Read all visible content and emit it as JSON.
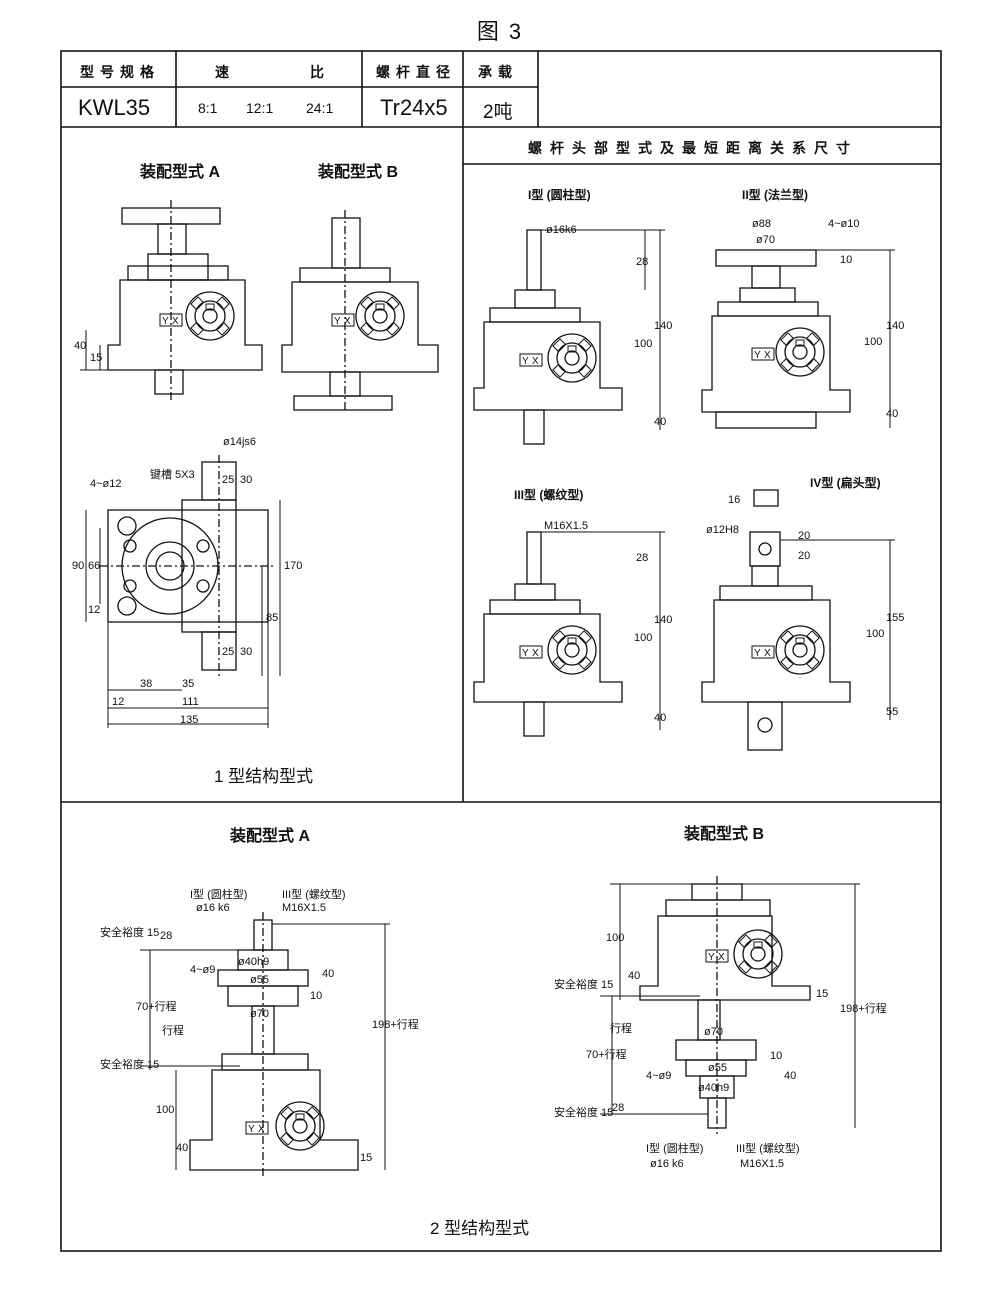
{
  "figure_title": "图 3",
  "spec_table": {
    "headers": {
      "model": "型号规格",
      "ratio_a": "速",
      "ratio_b": "比",
      "screw_dia": "螺杆直径",
      "load": "承载"
    },
    "values": {
      "model": "KWL35",
      "ratio_1": "8:1",
      "ratio_2": "12:1",
      "ratio_3": "24:1",
      "screw_dia": "Tr24x5",
      "load": "2吨"
    }
  },
  "right_panel_title": "螺杆头部型式及最短距离关系尺寸",
  "structure1": {
    "assembly_a": "装配型式 A",
    "assembly_b": "装配型式 B",
    "caption": "1  型结构型式",
    "dims": {
      "d14": "ø14js6",
      "key": "键槽 5X3",
      "holes": "4~ø12",
      "h90": "90",
      "h66": "66",
      "h12": "12",
      "h25a": "25",
      "h30a": "30",
      "h25b": "25",
      "h30b": "30",
      "h170": "170",
      "h85": "85",
      "w38": "38",
      "w35": "35",
      "w12": "12",
      "w111": "111",
      "w135": "135",
      "h40": "40",
      "h15": "15"
    }
  },
  "head_types": {
    "type1": {
      "label": "I型 (圆柱型)",
      "d": "ø16k6",
      "h28": "28",
      "h140": "140",
      "h100": "100",
      "h40": "40"
    },
    "type2": {
      "label": "II型 (法兰型)",
      "d88": "ø88",
      "d70": "ø70",
      "holes": "4~ø10",
      "h10": "10",
      "h140": "140",
      "h100": "100",
      "h40": "40"
    },
    "type3": {
      "label": "III型 (螺纹型)",
      "d": "M16X1.5",
      "h28": "28",
      "h140": "140",
      "h100": "100",
      "h40": "40"
    },
    "type4": {
      "label": "IV型 (扁头型)",
      "d": "ø12H8",
      "h16": "16",
      "h20a": "20",
      "h20b": "20",
      "h155": "155",
      "h100": "100",
      "h55": "55"
    }
  },
  "structure2": {
    "assembly_a": "装配型式 A",
    "assembly_b": "装配型式 B",
    "caption": "2  型结构型式",
    "dims": {
      "t1": "I型 (圆柱型)",
      "t1d": "ø16 k6",
      "t3": "III型 (螺纹型)",
      "t3d": "M16X1.5",
      "safety1": "安全裕度 15",
      "safety2": "安全裕度 15",
      "h28": "28",
      "d40": "ø40h9",
      "holes": "4~ø9",
      "d55": "ø55",
      "h40": "40",
      "h10": "10",
      "d70": "ø70",
      "h70": "70+行程",
      "stroke": "行程",
      "h198": "198+行程",
      "h100": "100",
      "h40b": "40",
      "h15": "15"
    }
  }
}
